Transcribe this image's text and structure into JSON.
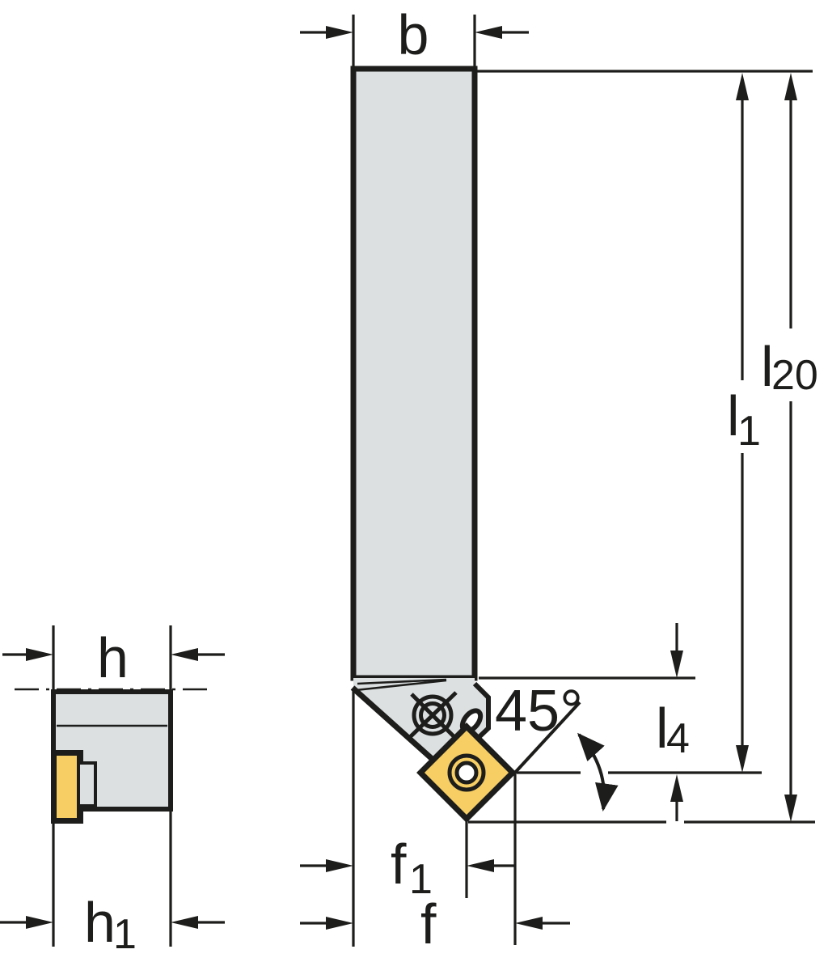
{
  "drawing": {
    "type": "technical-dimension-drawing",
    "subject": "turning tool holder with 45-degree square insert, front view and end view"
  },
  "labels": {
    "b": "b",
    "l20": {
      "base": "l",
      "sub": "20"
    },
    "l1": {
      "base": "l",
      "sub": "1"
    },
    "l4": {
      "base": "l",
      "sub": "4"
    },
    "angle": "45°",
    "f1": {
      "base": "f",
      "sub": "1"
    },
    "f": "f",
    "h": "h",
    "h1": {
      "base": "h",
      "sub": "1"
    }
  },
  "colors": {
    "line": "#1D1D1B",
    "body": "#DCE0E1",
    "insert": "#F7CE63",
    "hole": "#FFFFFF",
    "background": "#FFFFFF"
  }
}
